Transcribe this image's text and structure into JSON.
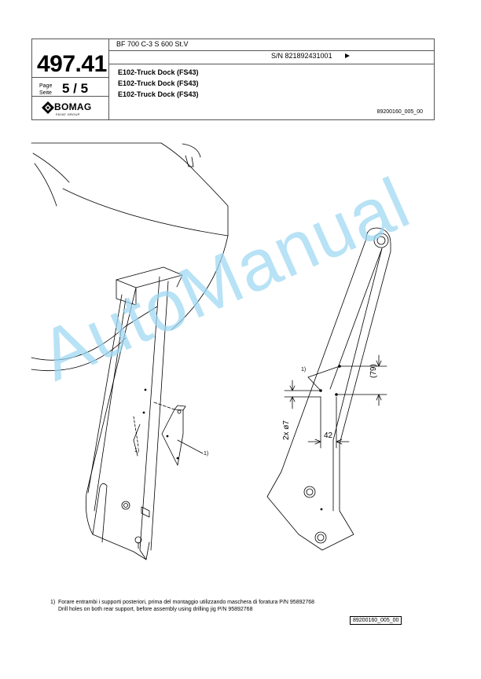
{
  "header": {
    "model": "BF 700 C-3 S 600 St.V",
    "doc_number": "497.41",
    "page_label": "Page",
    "seite_label": "Seite",
    "page_value": "5 / 5",
    "serial": "S/N 821892431001",
    "titles": [
      "E102-Truck Dock (FS43)",
      "E102-Truck Dock (FS43)",
      "E102-Truck Dock (FS43)"
    ],
    "drawing_id": "89200160_005_00",
    "logo_word": "BOMAG",
    "logo_sub": "FAYAT GROUP"
  },
  "drawing": {
    "callout": "1)",
    "dim_vertical": "(79)",
    "dim_holes": "2x ø7",
    "dim_horizontal": "42"
  },
  "watermark": "AutoManual",
  "footnote": {
    "marker": "1)",
    "line_it": "Forare entrambi i supporti posteriori, prima del montaggio utilizzando maschera di foratura P/N 95892768",
    "line_en": "Drill holes on both rear support, before assembly using drilling jig P/N 95892768"
  },
  "footer_id": "89200160_005_00"
}
